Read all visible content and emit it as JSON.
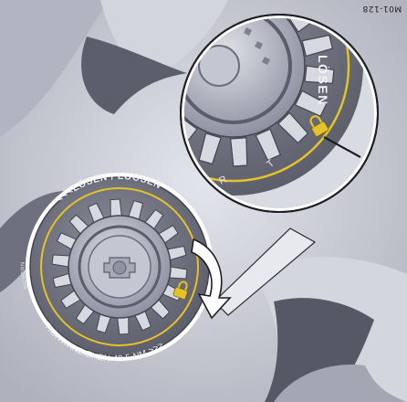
{
  "figure": {
    "code": "M01-128"
  },
  "large_cap": {
    "ring_text_top": "<<<LÖSEN / LOOSEN",
    "ring_text_bottom": "TIGHT/ANZIEHEN 42.5 NM >>>",
    "ring_text_side": "SICHERN"
  },
  "zoom_detail": {
    "ring_text": "LÖSEN",
    "marks": [
      "R",
      "T"
    ]
  },
  "colors": {
    "accent": "#e4c22a",
    "cap": "#6d6f7c",
    "wheel": "#c8cad2",
    "shadow": "#4b4d5a"
  },
  "icons": [
    "lock-pictogram-icon",
    "rotation-arrow-icon"
  ]
}
